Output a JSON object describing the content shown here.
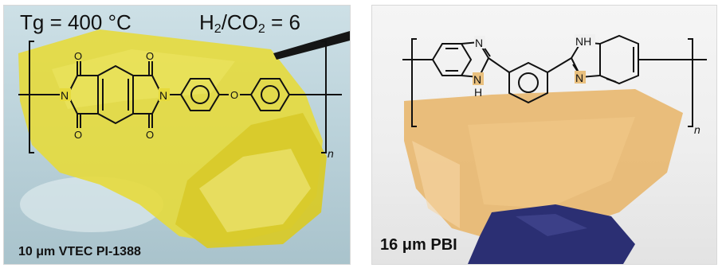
{
  "panels": {
    "left": {
      "tg_label": "Tg = 400 °C",
      "ratio_prefix": "H",
      "ratio_sub1": "2",
      "ratio_mid": "/CO",
      "ratio_sub2": "2",
      "ratio_suffix": " = 6",
      "caption": "10 μm VTEC PI-1388",
      "atoms": {
        "N": "N",
        "O": "O",
        "n": "n"
      }
    },
    "right": {
      "caption": "16 μm PBI",
      "atoms": {
        "N": "N",
        "NH": "NH",
        "H": "H",
        "n": "n"
      }
    }
  },
  "colors": {
    "pi_film": "#e9de3a",
    "pbi_film": "#e7b56a",
    "glove": "#2b2f73",
    "bond": "#111111"
  }
}
